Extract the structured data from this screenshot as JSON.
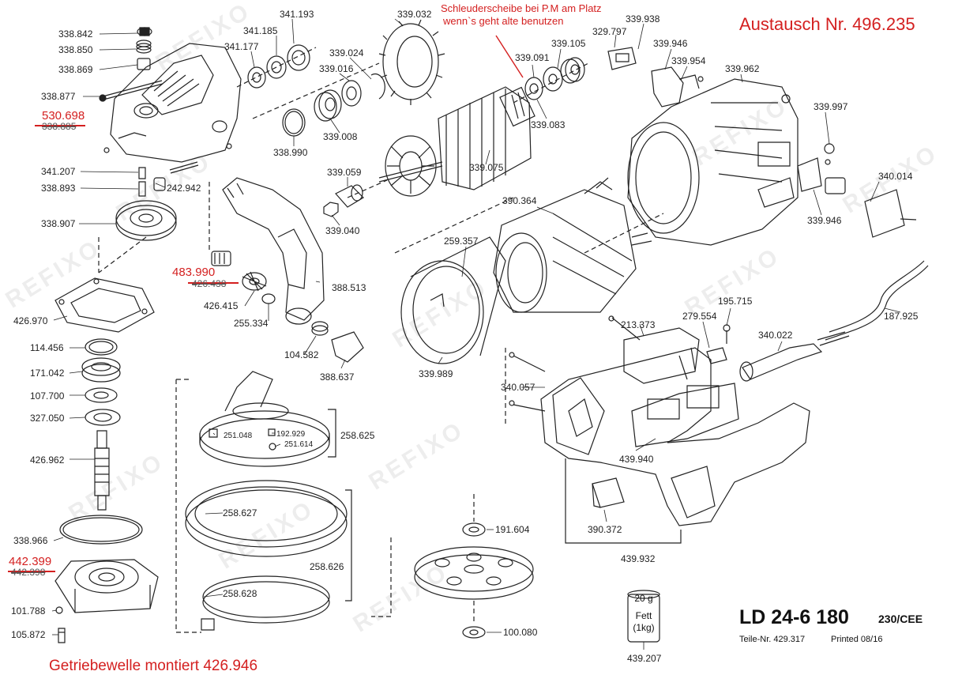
{
  "annotations": {
    "replacement": "Austausch Nr. 496.235",
    "note_line1": "Schleuderscheibe bei P.M am Platz",
    "note_line2": "wenn`s geht alte benutzen",
    "gearshaft": "Getriebewelle montiert 426.946",
    "new_530": "530.698",
    "new_483": "483.990",
    "new_442": "442.399",
    "old_530": "338.885",
    "old_483": "426.438",
    "old_442": "442.398"
  },
  "model": {
    "name": "LD 24-6 180",
    "voltage": "230/CEE",
    "parts_no": "Teile-Nr. 429.317",
    "printed": "Printed 08/16"
  },
  "watermark": "REFIXO",
  "grease": {
    "amount": "20 g",
    "name": "Fett",
    "unit": "(1kg)",
    "part": "439.207"
  },
  "parts": [
    "338.842",
    "338.850",
    "338.869",
    "338.877",
    "341.207",
    "338.893",
    "242.942",
    "338.907",
    "426.970",
    "114.456",
    "171.042",
    "107.700",
    "327.050",
    "426.962",
    "338.966",
    "101.788",
    "105.872",
    "341.193",
    "341.185",
    "341.177",
    "339.024",
    "339.016",
    "339.008",
    "338.990",
    "339.059",
    "339.040",
    "426.415",
    "255.334",
    "388.513",
    "104.582",
    "388.637",
    "339.032",
    "339.091",
    "339.105",
    "339.083",
    "339.075",
    "329.797",
    "339.938",
    "339.946",
    "339.954",
    "339.962",
    "339.997",
    "340.014",
    "339.946",
    "390.364",
    "259.357",
    "339.989",
    "251.048",
    "192.929",
    "251.614",
    "258.625",
    "258.627",
    "258.626",
    "258.628",
    "191.604",
    "100.080",
    "213.373",
    "279.554",
    "195.715",
    "340.022",
    "187.925",
    "340.057",
    "439.940",
    "390.372",
    "439.932"
  ]
}
